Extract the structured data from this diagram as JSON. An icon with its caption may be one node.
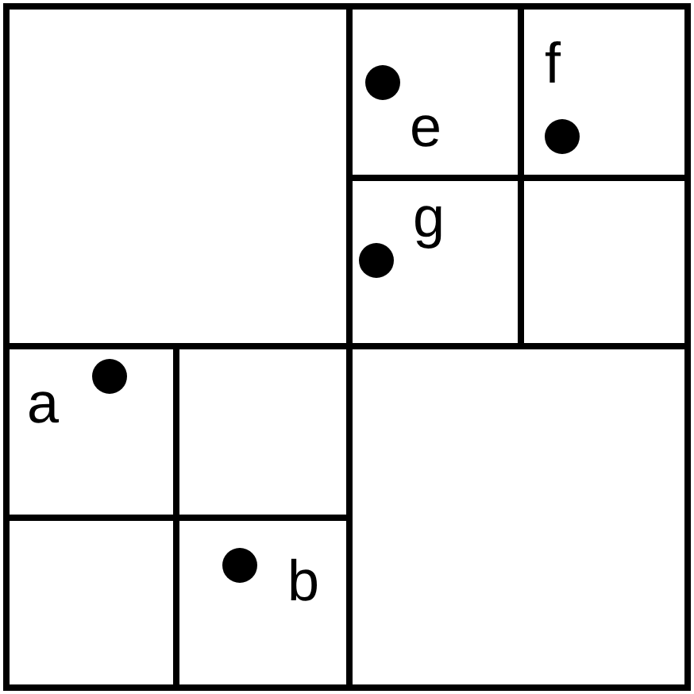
{
  "diagram": {
    "labels": [
      "e",
      "f",
      "g",
      "a",
      "b"
    ]
  }
}
